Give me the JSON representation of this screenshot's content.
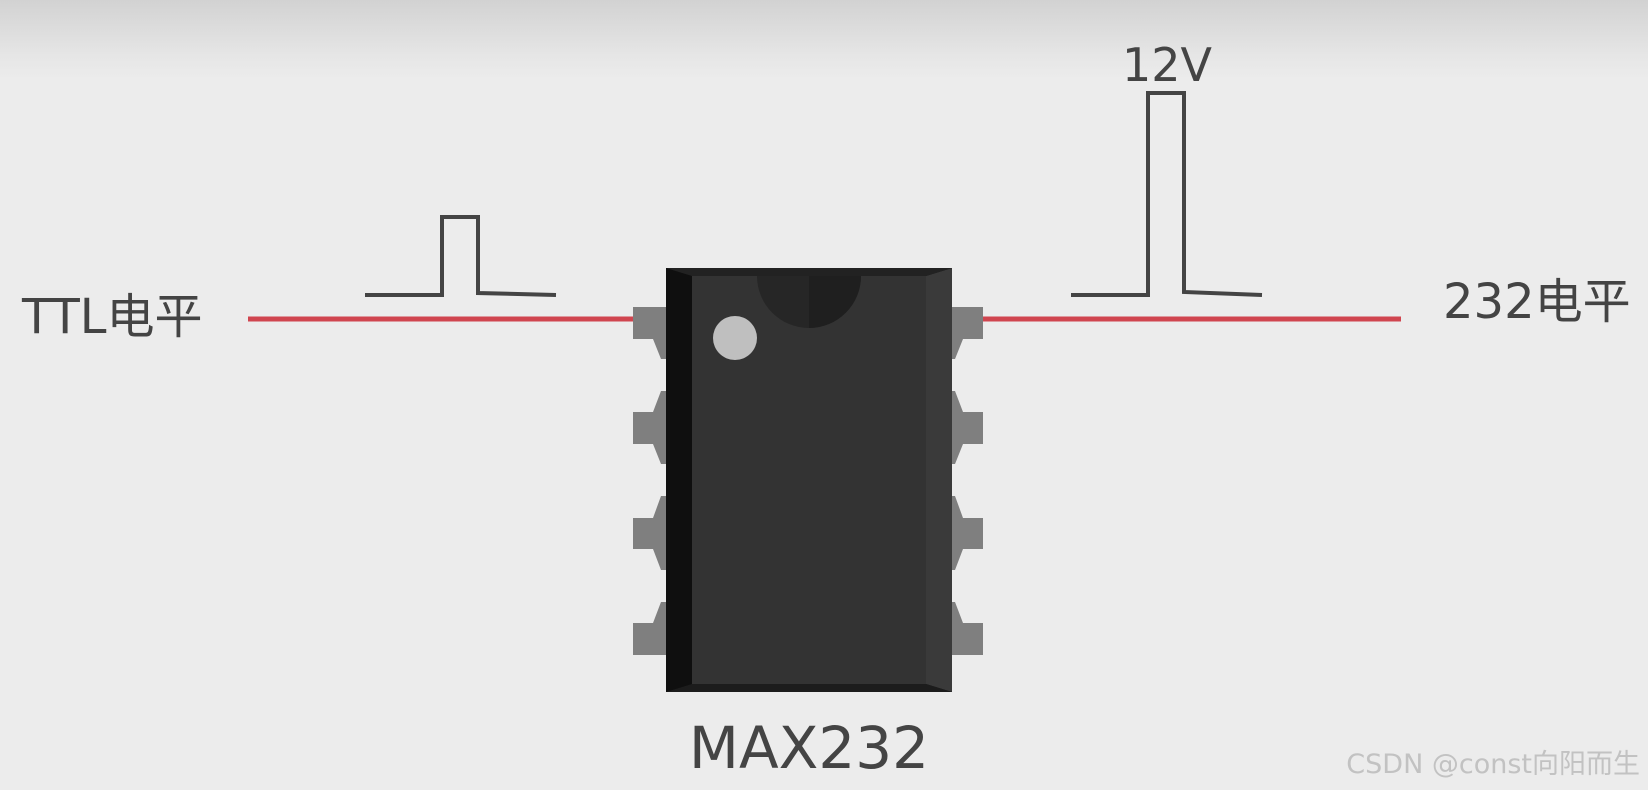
{
  "labels": {
    "left_level": "TTL电平",
    "right_level": "232电平",
    "pulse_voltage": "12V",
    "chip_name": "MAX232",
    "watermark": "CSDN @const向阳而生"
  },
  "colors": {
    "background": "#ececec",
    "wire": "#d0454f",
    "pulse": "#444444",
    "chip_body": "#333333",
    "chip_edge": "#161616",
    "pin": "#7f7f7f",
    "pin1_marker": "#bfbfbf",
    "text": "#444444",
    "watermark": "#c2c2c2"
  },
  "chip": {
    "pins_per_side": 4
  }
}
